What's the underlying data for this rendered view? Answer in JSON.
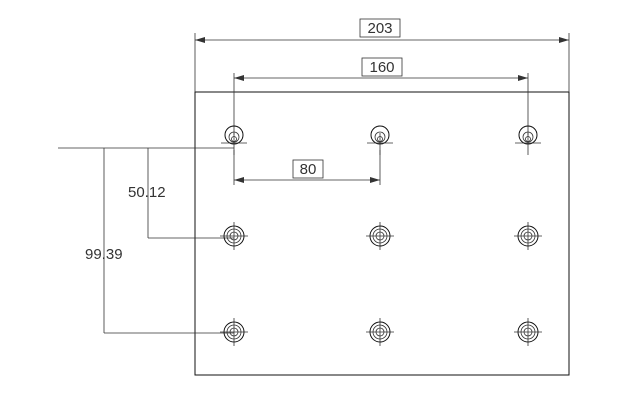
{
  "dimensions": {
    "overall_width": "203",
    "hole_span": "160",
    "hole_spacing": "80",
    "row2_offset": "50.12",
    "row3_offset": "99.39"
  },
  "holes": {
    "rows": 3,
    "columns": 3
  }
}
